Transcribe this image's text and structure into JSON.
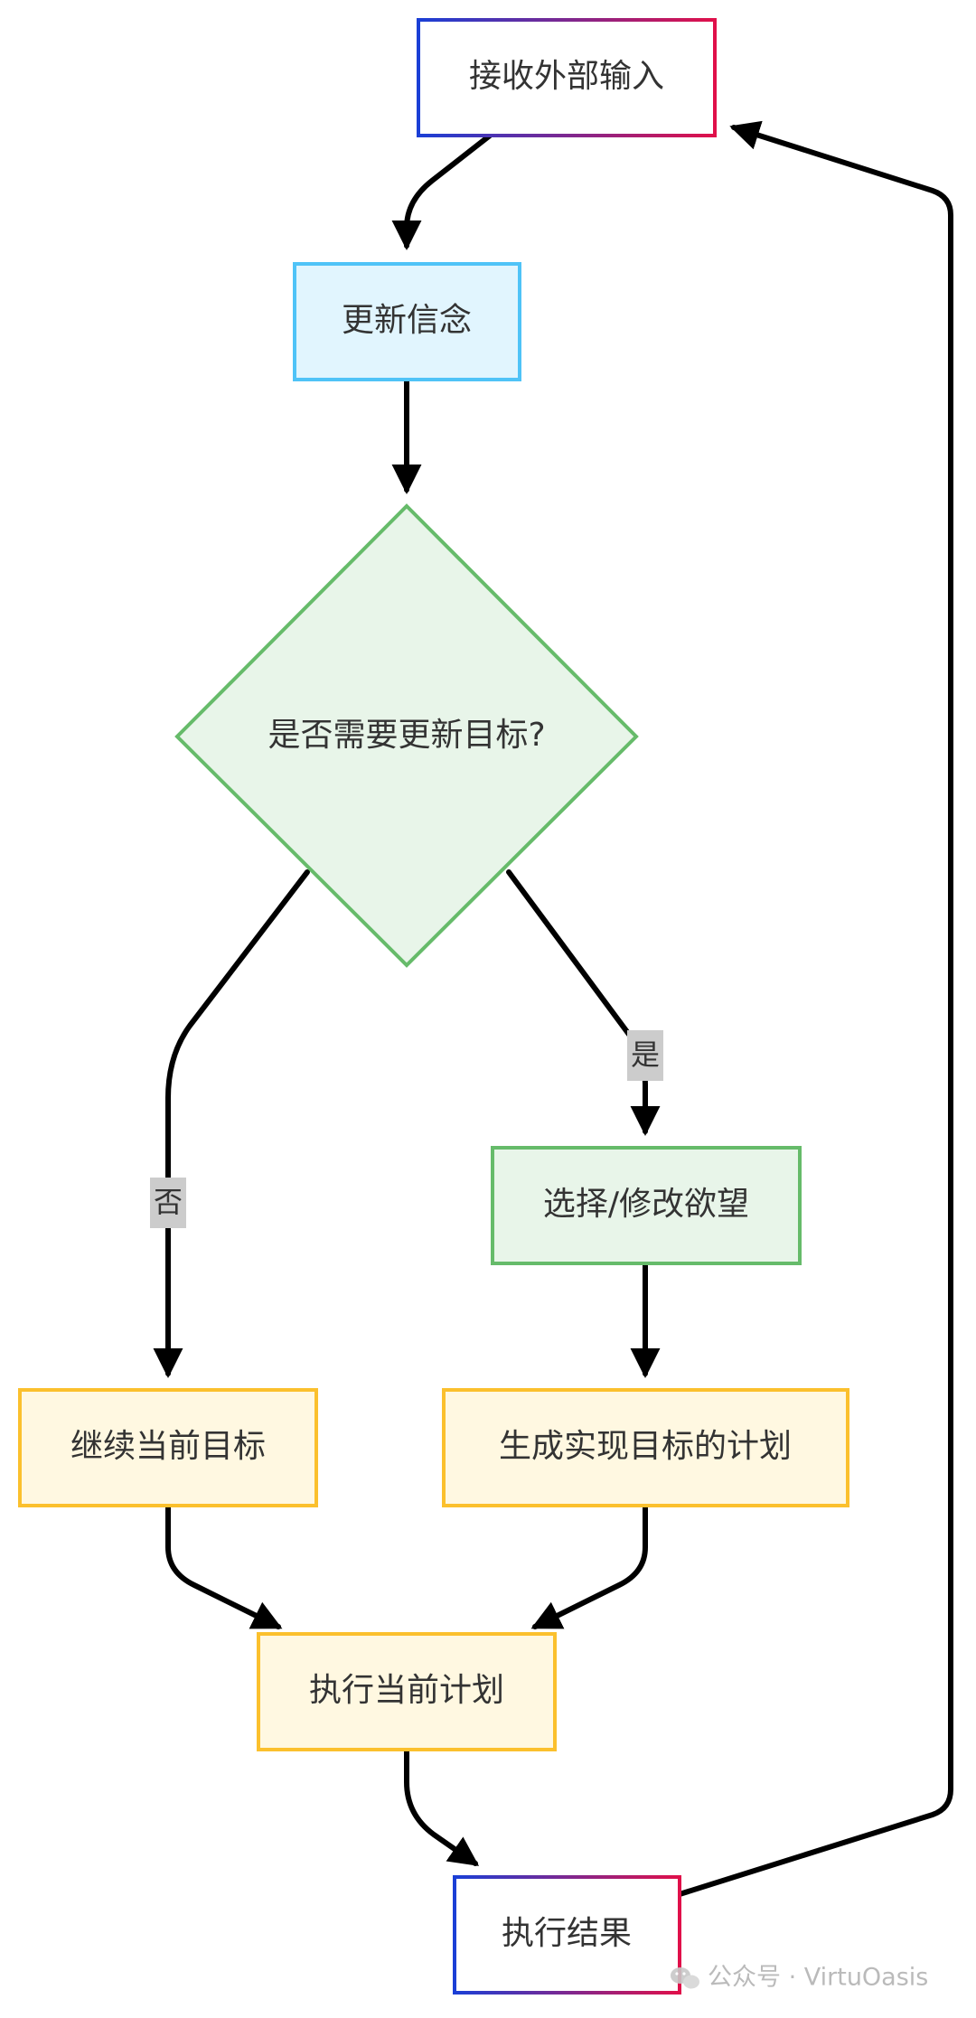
{
  "nodes": {
    "receive_input": "接收外部输入",
    "update_beliefs": "更新信念",
    "decision": "是否需要更新目标?",
    "select_modify_desire": "选择/修改欲望",
    "continue_goal": "继续当前目标",
    "generate_plan": "生成实现目标的计划",
    "execute_plan": "执行当前计划",
    "execution_result": "执行结果"
  },
  "edge_labels": {
    "yes": "是",
    "no": "否"
  },
  "watermark": {
    "text": "公众号 · VirtuOasis"
  },
  "colors": {
    "gradient_start": "#1a3fd6",
    "gradient_end": "#e0104a",
    "belief_fill": "#e1f5fe",
    "belief_stroke": "#4fc3f7",
    "decision_fill": "#e8f5e9",
    "decision_stroke": "#66bb6a",
    "plan_fill": "#fff8e1",
    "plan_stroke": "#fbc02d",
    "label_bg": "#cccccc",
    "edge": "#000000"
  }
}
